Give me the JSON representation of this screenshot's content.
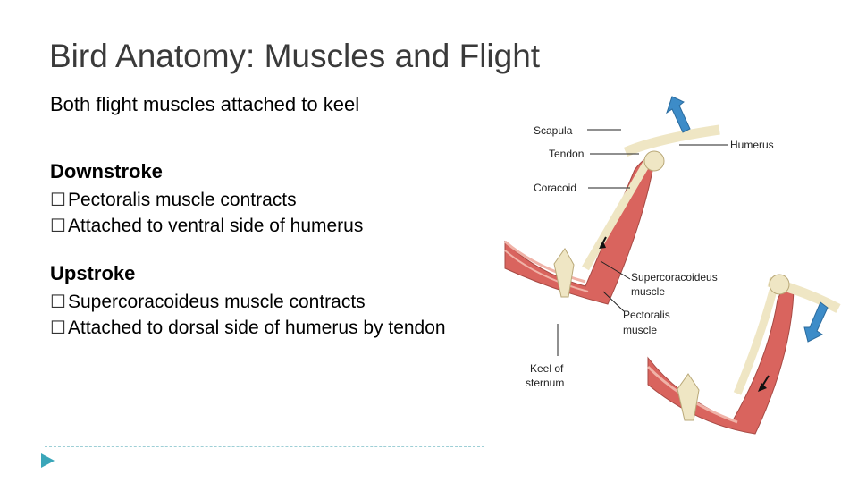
{
  "slide": {
    "title": "Bird Anatomy: Muscles and Flight",
    "intro": "Both flight muscles attached to keel",
    "downstroke": {
      "heading": "Downstroke",
      "bullets": [
        "Pectoralis muscle contracts",
        "Attached to ventral side of humerus"
      ]
    },
    "upstroke": {
      "heading": "Upstroke",
      "bullets": [
        "Supercoracoideus muscle contracts",
        "Attached to dorsal side of humerus by tendon"
      ]
    },
    "bullet_glyph": "☐"
  },
  "figure": {
    "labels": {
      "scapula": "Scapula",
      "tendon": "Tendon",
      "coracoid": "Coracoid",
      "humerus": "Humerus",
      "supra_line1": "Supercoracoideus",
      "supra_line2": "muscle",
      "pect_line1": "Pectoralis",
      "pect_line2": "muscle",
      "keel_line1": "Keel of",
      "keel_line2": "sternum"
    },
    "icons": [
      "up-arrow-icon",
      "down-arrow-icon",
      "play-icon"
    ],
    "colors": {
      "muscle": "#d9645e",
      "muscle_light": "#f0b3a8",
      "bone": "#efe6c4",
      "arrow": "#3d8cc8",
      "accent": "#3aa6b9"
    }
  }
}
